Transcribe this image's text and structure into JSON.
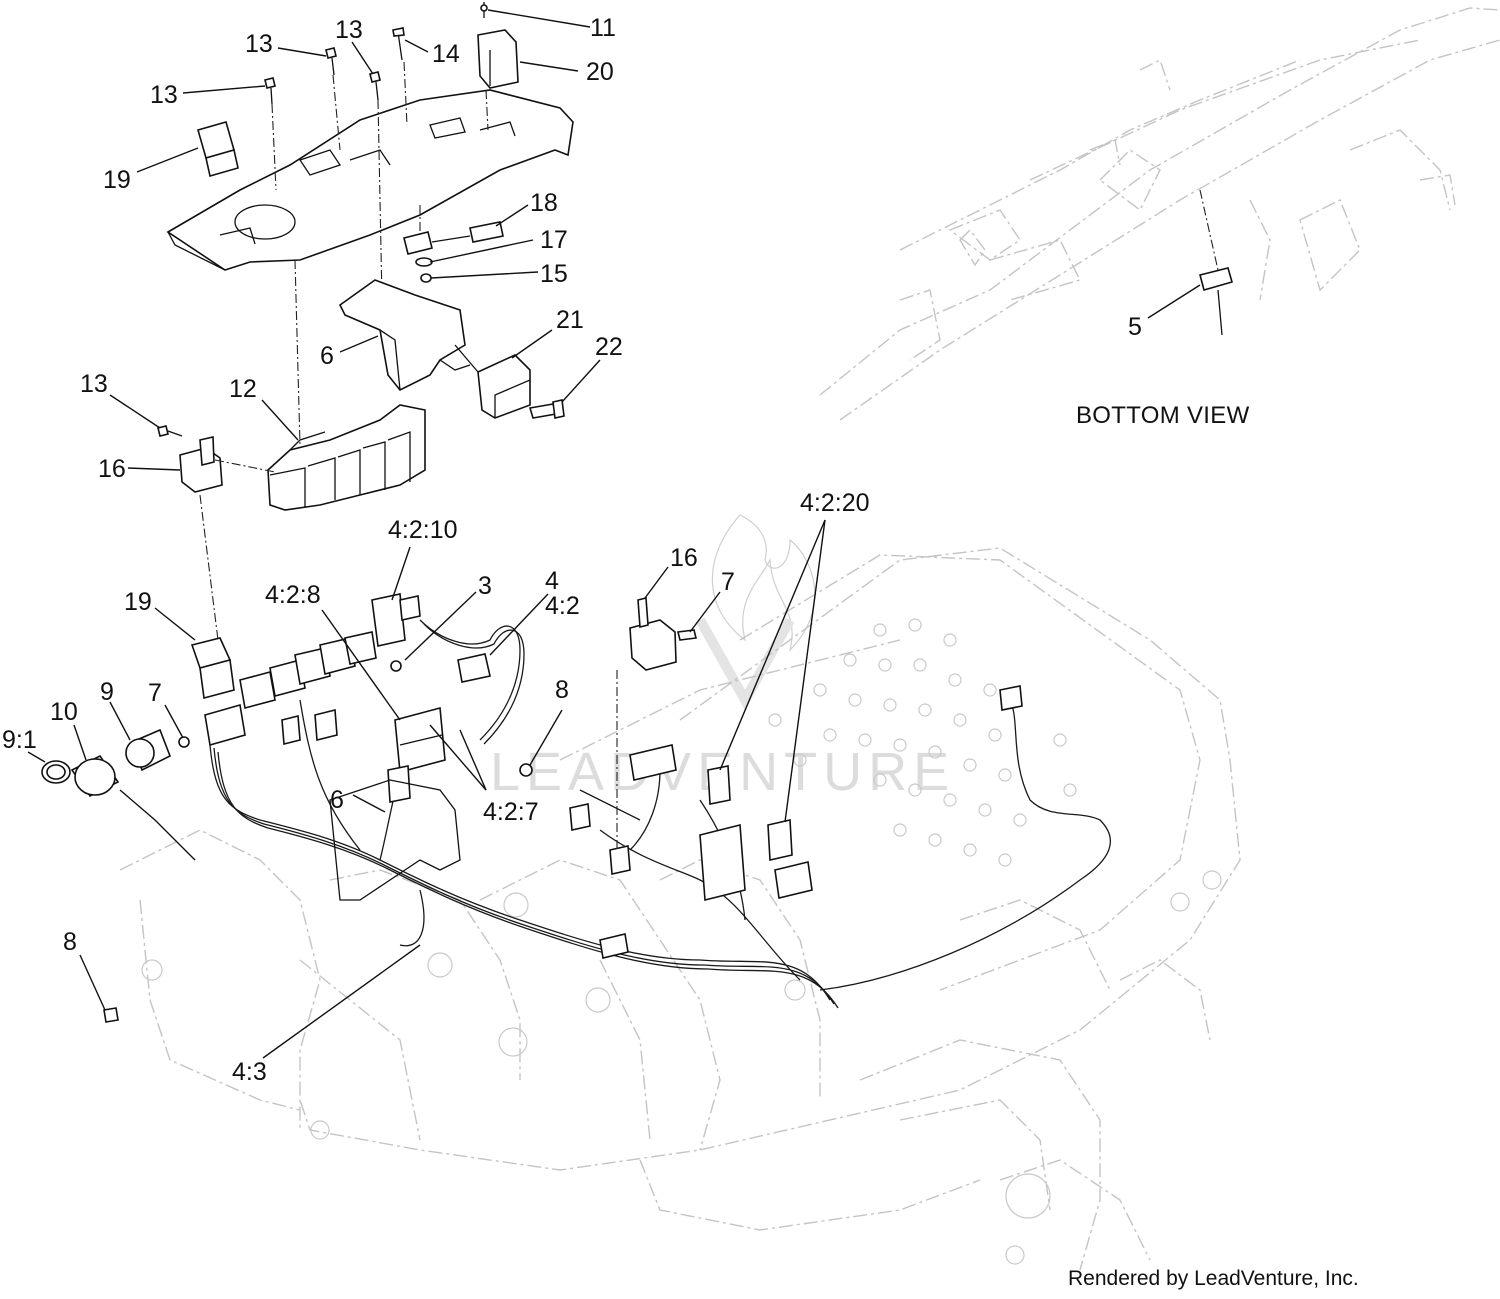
{
  "callouts": [
    {
      "id": "c11",
      "label": "11"
    },
    {
      "id": "c20",
      "label": "20"
    },
    {
      "id": "c14",
      "label": "14"
    },
    {
      "id": "c13a",
      "label": "13"
    },
    {
      "id": "c13b",
      "label": "13"
    },
    {
      "id": "c13c",
      "label": "13"
    },
    {
      "id": "c19a",
      "label": "19"
    },
    {
      "id": "c18",
      "label": "18"
    },
    {
      "id": "c17",
      "label": "17"
    },
    {
      "id": "c15",
      "label": "15"
    },
    {
      "id": "c21",
      "label": "21"
    },
    {
      "id": "c22",
      "label": "22"
    },
    {
      "id": "c6a",
      "label": "6"
    },
    {
      "id": "c13d",
      "label": "13"
    },
    {
      "id": "c12",
      "label": "12"
    },
    {
      "id": "c16a",
      "label": "16"
    },
    {
      "id": "c4210",
      "label": "4:2:10"
    },
    {
      "id": "c428",
      "label": "4:2:8"
    },
    {
      "id": "c3",
      "label": "3"
    },
    {
      "id": "c4",
      "label": "4"
    },
    {
      "id": "c42",
      "label": "4:2"
    },
    {
      "id": "c16b",
      "label": "16"
    },
    {
      "id": "c7a",
      "label": "7"
    },
    {
      "id": "c4220",
      "label": "4:2:20"
    },
    {
      "id": "c19b",
      "label": "19"
    },
    {
      "id": "c9",
      "label": "9"
    },
    {
      "id": "c10",
      "label": "10"
    },
    {
      "id": "c7b",
      "label": "7"
    },
    {
      "id": "c91",
      "label": "9:1"
    },
    {
      "id": "c8a",
      "label": "8"
    },
    {
      "id": "c6b",
      "label": "6"
    },
    {
      "id": "c427",
      "label": "4:2:7"
    },
    {
      "id": "c8b",
      "label": "8"
    },
    {
      "id": "c43",
      "label": "4:3"
    },
    {
      "id": "c5",
      "label": "5"
    }
  ],
  "view_label": "BOTTOM VIEW",
  "watermark": "LEADVENTURE",
  "credit": "Rendered by LeadVenture, Inc."
}
